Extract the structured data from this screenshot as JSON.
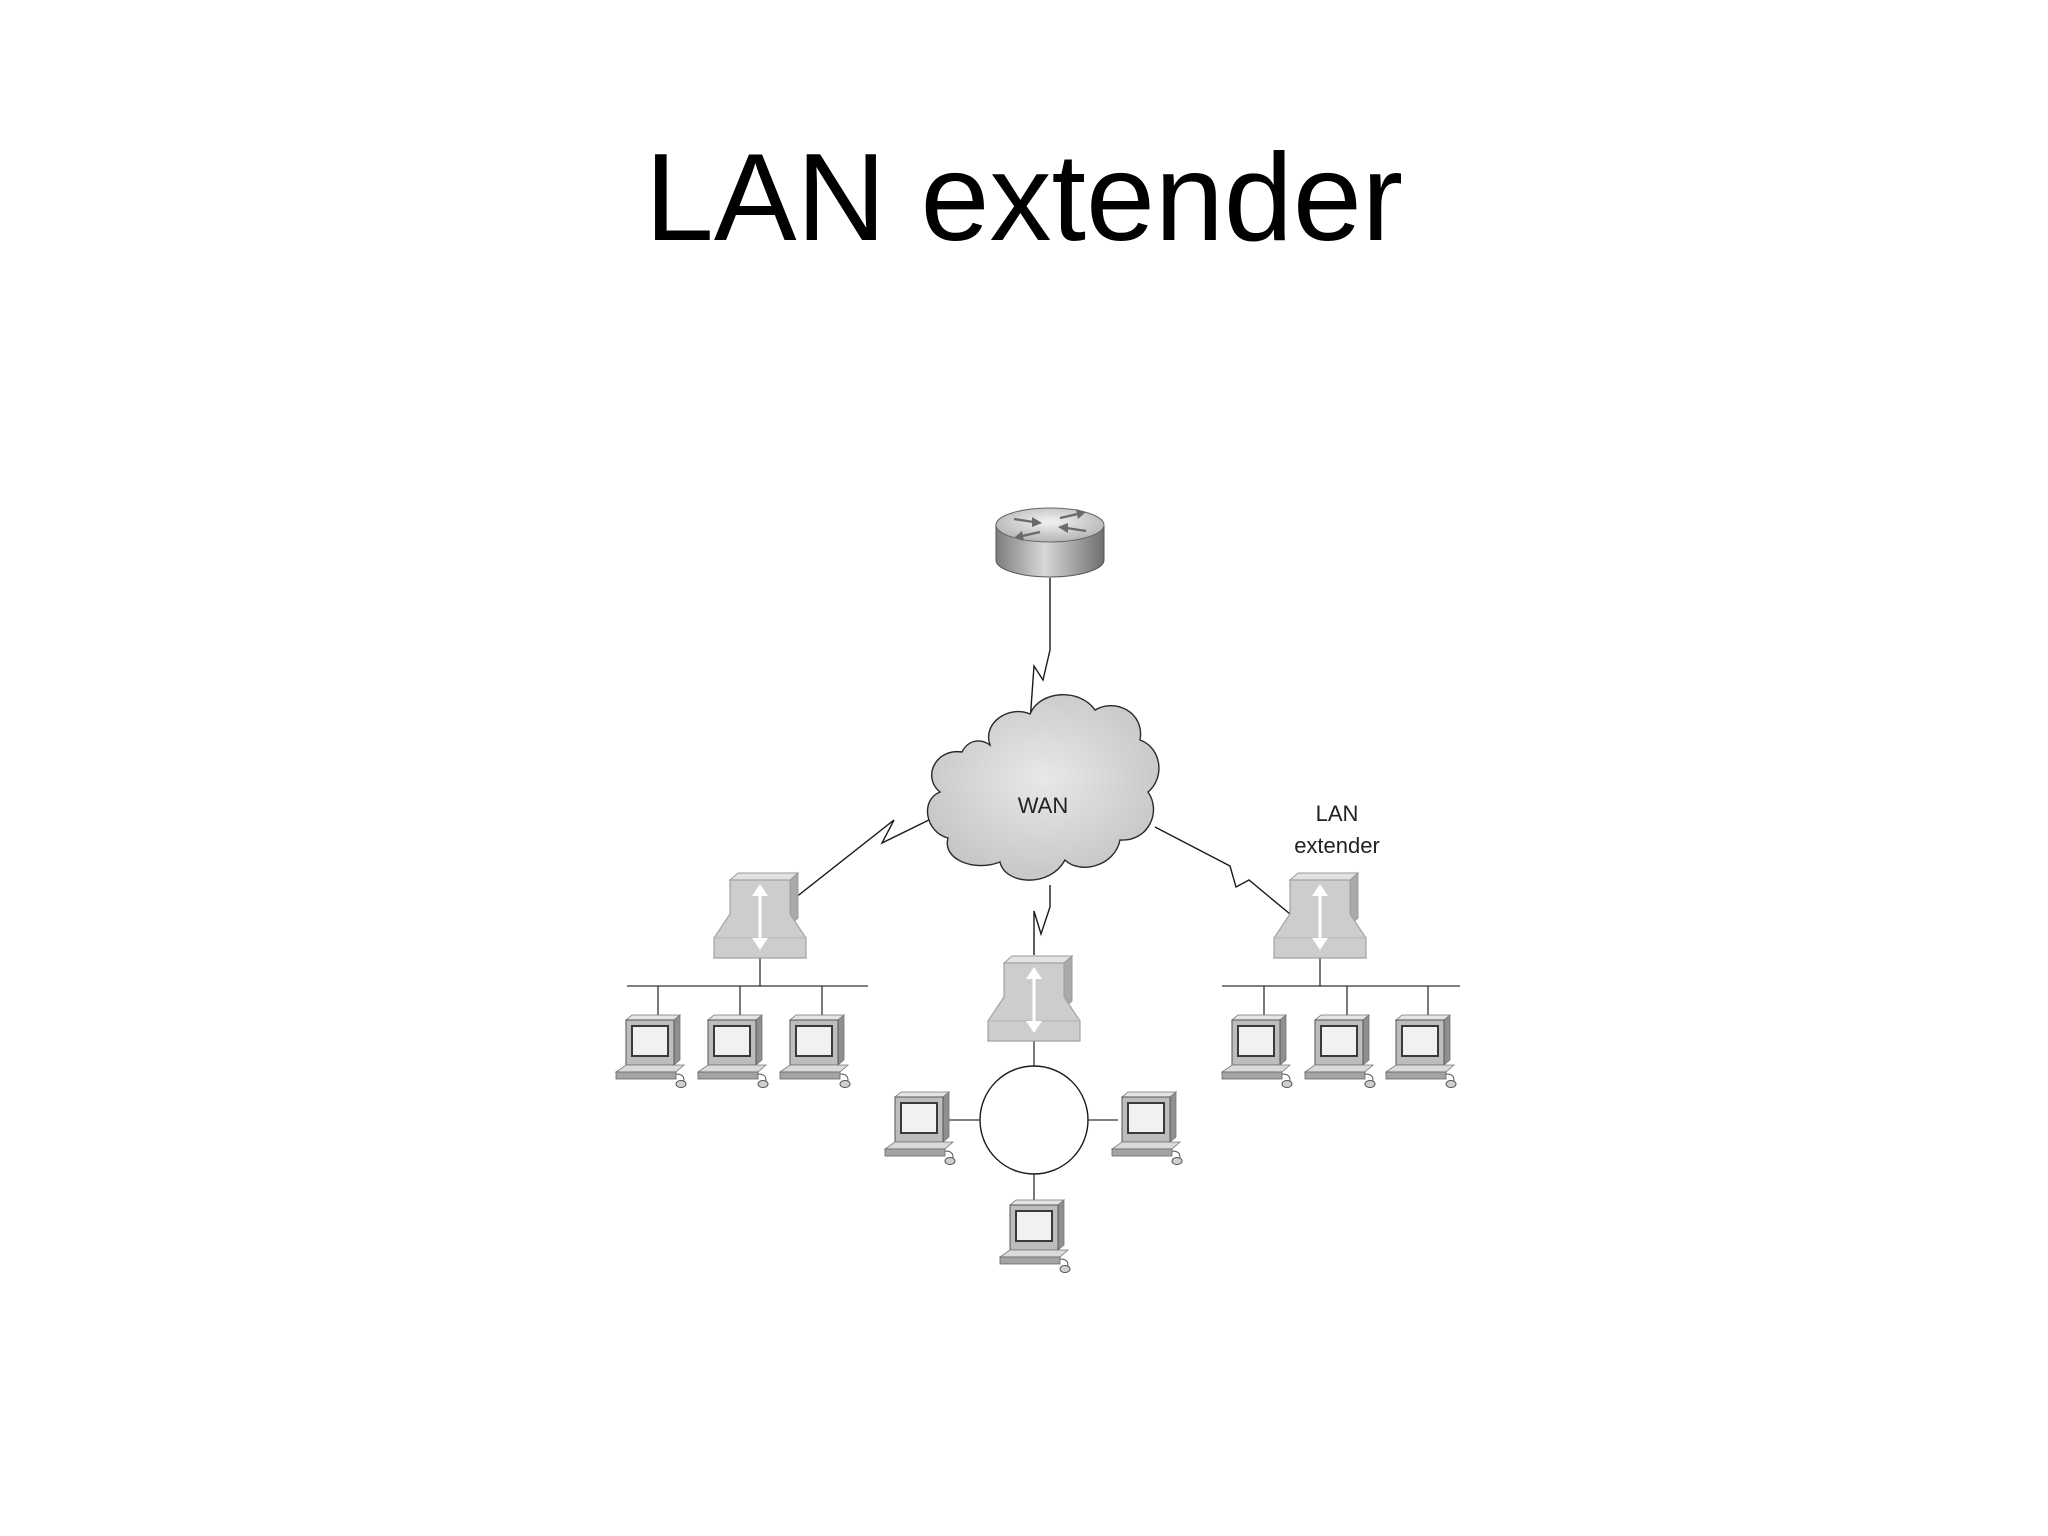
{
  "slide": {
    "title": "LAN extender"
  },
  "diagram": {
    "labels": {
      "wan": "WAN",
      "lan_extender_line1": "LAN",
      "lan_extender_line2": "extender"
    },
    "nodes": [
      {
        "id": "router",
        "icon": "router-icon"
      },
      {
        "id": "wan-cloud",
        "icon": "cloud-icon"
      },
      {
        "id": "extender-left",
        "icon": "lan-extender-icon"
      },
      {
        "id": "extender-center",
        "icon": "lan-extender-icon"
      },
      {
        "id": "extender-right",
        "icon": "lan-extender-icon"
      },
      {
        "id": "token-ring",
        "icon": "ring-icon"
      }
    ],
    "workstations": {
      "left_bus": 3,
      "right_bus": 3,
      "ring": 3
    },
    "colors": {
      "device_fill": "#cfcfcf",
      "device_shade": "#a8a8a8",
      "line": "#1a1a1a"
    }
  }
}
